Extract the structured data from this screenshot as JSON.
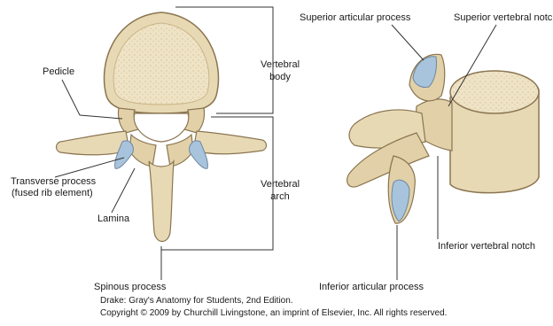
{
  "labels": {
    "pedicle": "Pedicle",
    "transverse_line1": "Transverse process",
    "transverse_line2": "(fused rib element)",
    "lamina": "Lamina",
    "spinous": "Spinous process",
    "vertebral_body_line1": "Vertebral",
    "vertebral_body_line2": "body",
    "vertebral_arch_line1": "Vertebral",
    "vertebral_arch_line2": "arch",
    "superior_articular": "Superior articular process",
    "superior_notch": "Superior vertebral notch",
    "inferior_notch": "Inferior vertebral notch",
    "inferior_articular": "Inferior articular process"
  },
  "credit": {
    "line1": "Drake: Gray's Anatomy for Students, 2nd Edition.",
    "line2": "Copyright © 2009 by Churchill Livingstone, an imprint of Elsevier, Inc. All rights reserved."
  },
  "colors": {
    "bone": "#e8d9b5",
    "bone_shadow": "#c9b486",
    "outline": "#8a7550",
    "cartilage": "#a8c4dc",
    "leader": "#333333"
  }
}
